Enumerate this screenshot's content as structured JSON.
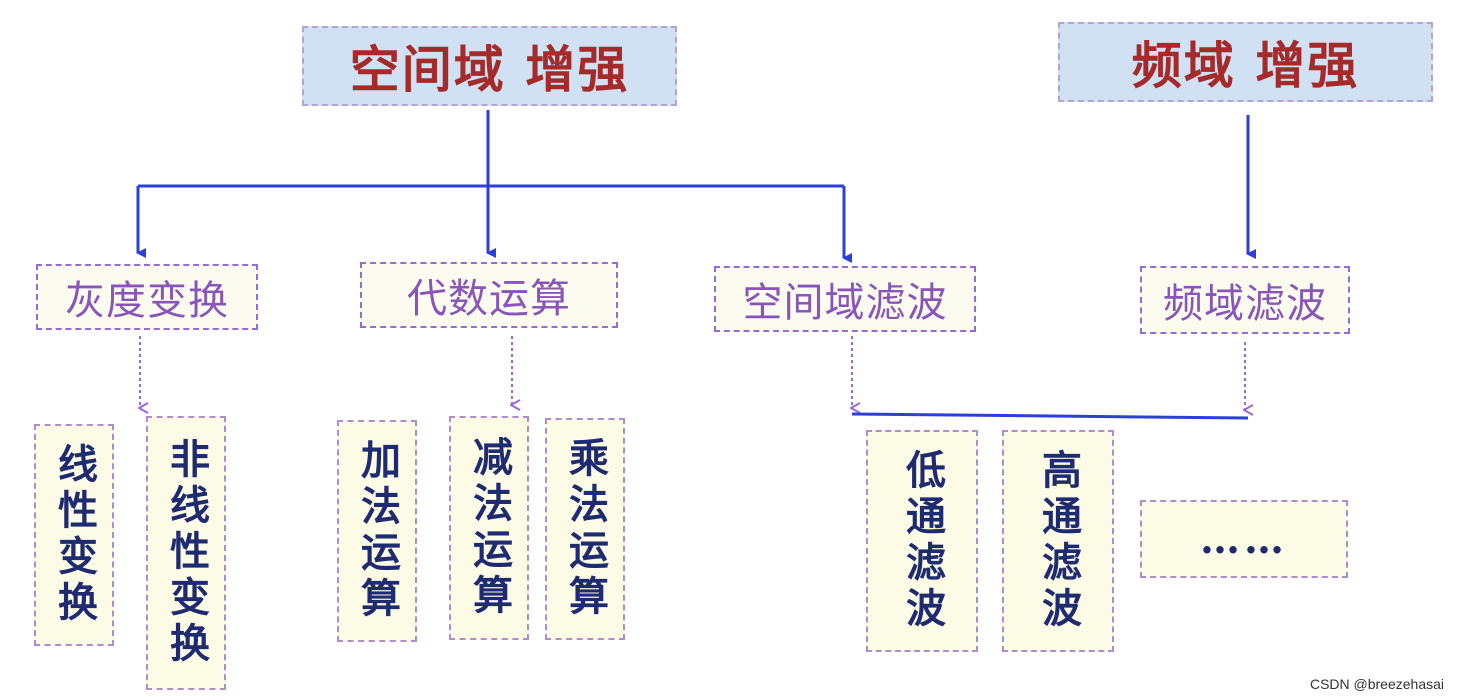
{
  "top": {
    "spatial": "空间域 增强",
    "frequency": "频域 增强"
  },
  "mid": {
    "gray": "灰度变换",
    "algebra": "代数运算",
    "spatial_filter": "空间域滤波",
    "freq_filter": "频域滤波"
  },
  "leaf": {
    "linear": "线性变换",
    "nonlinear": "非线性变换",
    "add": "加法运算",
    "sub": "减法运算",
    "mul": "乘法运算",
    "lowpass": "低通滤波",
    "highpass": "高通滤波",
    "more": "……"
  },
  "credit": "CSDN @breezehasai",
  "colors": {
    "solid_line": "#2d3fd6",
    "dashed_line": "#9b6ad0",
    "top_text": "#a52a2a",
    "mid_text": "#8a55b8",
    "leaf_text": "#1f2b70"
  }
}
